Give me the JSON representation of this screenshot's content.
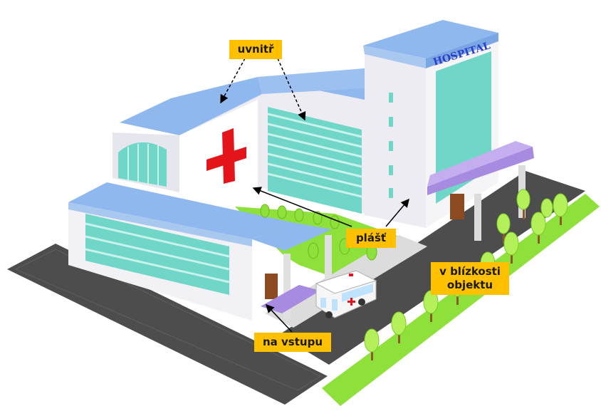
{
  "building": {
    "sign_text": "HOSPITAL",
    "cross_symbol": "red-cross-icon"
  },
  "labels": {
    "inside": "uvnitř",
    "envelope": "plášť",
    "vicinity_line1": "v blízkosti",
    "vicinity_line2": "objektu",
    "entrance": "na vstupu"
  },
  "colors": {
    "label_bg": "#ffc000",
    "roof": "#8fb8ee",
    "wall": "#ececf2",
    "glass": "#6fd6c8",
    "canopy": "#a68be0",
    "road": "#4d4d4d",
    "grass": "#8ee03a",
    "cross": "#e3151a",
    "sign_text": "#2b3ec9"
  }
}
